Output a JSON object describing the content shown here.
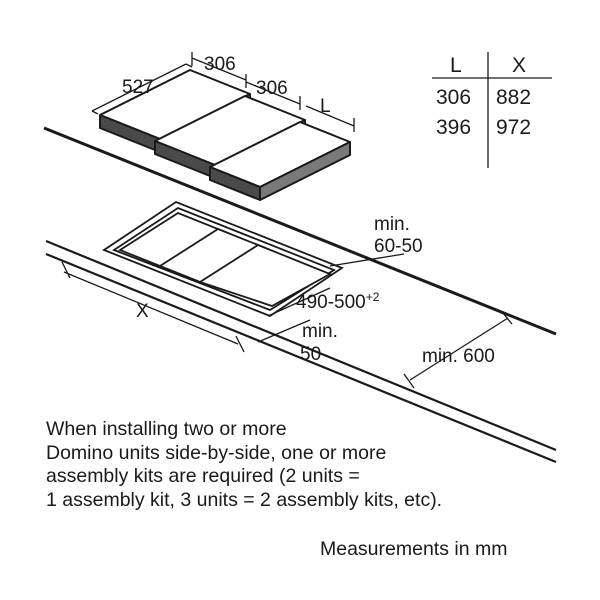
{
  "dimensions": {
    "depth": "527",
    "unit_width_1": "306",
    "unit_width_2": "306",
    "length": "L",
    "cutout_width": "X",
    "cutout_depth": "490-500",
    "cutout_depth_tolerance": "+2",
    "min_front_1": "min.",
    "min_front_2": "50",
    "min_back_1": "min.",
    "min_back_2": "60-50",
    "min_wall": "min. 600"
  },
  "size_table": {
    "headers": [
      "L",
      "X"
    ],
    "rows": [
      [
        "306",
        "882"
      ],
      [
        "396",
        "972"
      ]
    ]
  },
  "note_lines": [
    "When installing two or more",
    "Domino units side-by-side, one or more",
    "assembly kits are required (2 units =",
    "1 assembly kit, 3 units = 2 assembly kits, etc)."
  ],
  "units_label": "Measurements in mm"
}
